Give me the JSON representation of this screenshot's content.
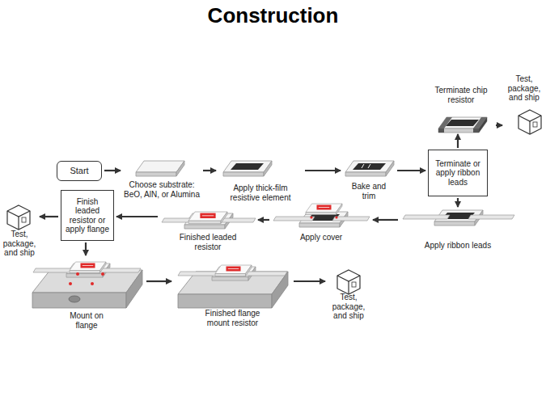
{
  "diagram": {
    "title": "Construction",
    "nodes": [
      {
        "text": [
          "Start"
        ]
      },
      {
        "text": [
          "Choose substrate: BeO, AlN, or Alumina"
        ]
      },
      {
        "text": [
          "Apply thick-film resistive element"
        ]
      },
      {
        "text": [
          "Bake and trim"
        ]
      },
      {
        "text": [
          "Terminate or apply ribbon leads"
        ]
      },
      {
        "text": [
          "Terminate chip resistor"
        ]
      },
      {
        "text": [
          "Test, package, and ship"
        ]
      },
      {
        "text": [
          "Apply ribbon leads"
        ]
      },
      {
        "text": [
          "Apply cover"
        ]
      },
      {
        "text": [
          "Finished leaded resistor"
        ]
      },
      {
        "text": [
          "Finish leaded resistor or apply flange"
        ]
      },
      {
        "text": [
          "Test, package, and ship"
        ]
      },
      {
        "text": [
          "Mount on flange"
        ]
      },
      {
        "text": [
          "Finished flange mount resistor"
        ]
      },
      {
        "text": [
          "Test, package, and ship"
        ]
      }
    ],
    "edges": [
      {
        "from": 0,
        "to": 1,
        "arrow": "to"
      },
      {
        "from": 1,
        "to": 2,
        "arrow": "to"
      },
      {
        "from": 2,
        "to": 3,
        "arrow": "to"
      },
      {
        "from": 3,
        "to": 4,
        "arrow": "to"
      },
      {
        "from": 4,
        "to": 5,
        "arrow": "to"
      },
      {
        "from": 5,
        "to": 6,
        "arrow": "to"
      },
      {
        "from": 4,
        "to": 7,
        "arrow": "to"
      },
      {
        "from": 7,
        "to": 8,
        "arrow": "to"
      },
      {
        "from": 8,
        "to": 9,
        "arrow": "to"
      },
      {
        "from": 9,
        "to": 10,
        "arrow": "to"
      },
      {
        "from": 10,
        "to": 11,
        "arrow": "to"
      },
      {
        "from": 10,
        "to": 12,
        "arrow": "to"
      },
      {
        "from": 12,
        "to": 13,
        "arrow": "to"
      },
      {
        "from": 13,
        "to": 14,
        "arrow": "to"
      }
    ]
  }
}
